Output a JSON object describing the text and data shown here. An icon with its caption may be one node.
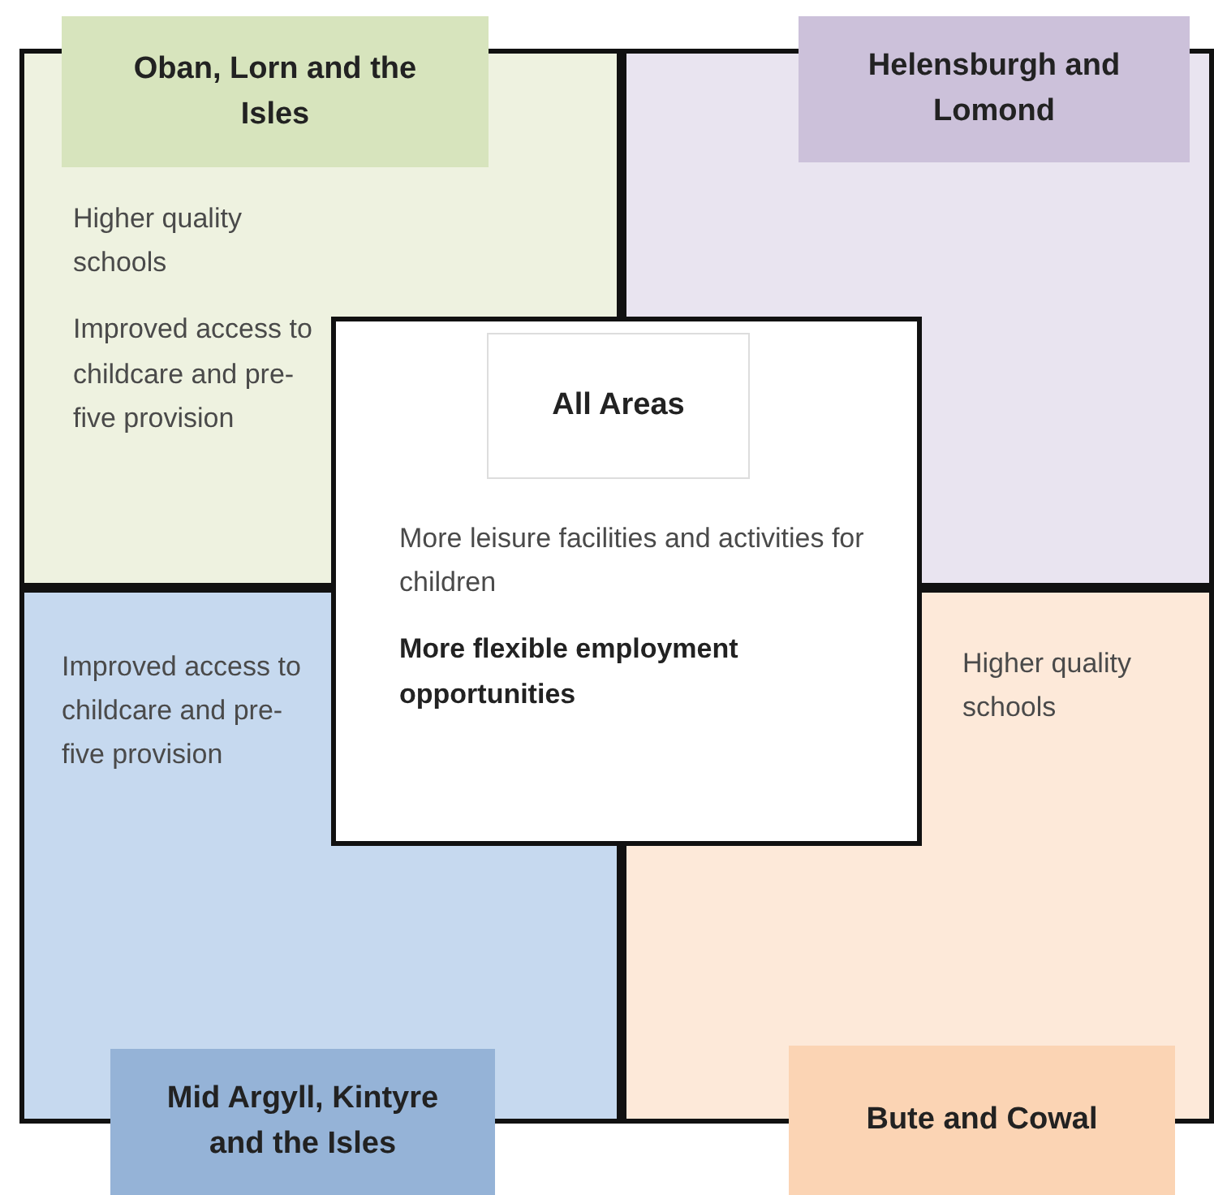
{
  "diagram": {
    "nodes": [
      {
        "text": [
          "Oban, Lorn and the Isles",
          "Higher quality schools",
          "Improved access to childcare and pre-five provision"
        ]
      },
      {
        "text": [
          "Helensburgh and Lomond"
        ]
      },
      {
        "text": [
          "All Areas",
          "More leisure facilities and activities for children",
          "More flexible employment opportunities"
        ]
      },
      {
        "text": [
          "Improved access to childcare and pre-five provision",
          "Mid Argyll, Kintyre and the Isles"
        ]
      },
      {
        "text": [
          "Higher quality schools",
          "Bute and Cowal"
        ]
      }
    ],
    "edges": []
  }
}
